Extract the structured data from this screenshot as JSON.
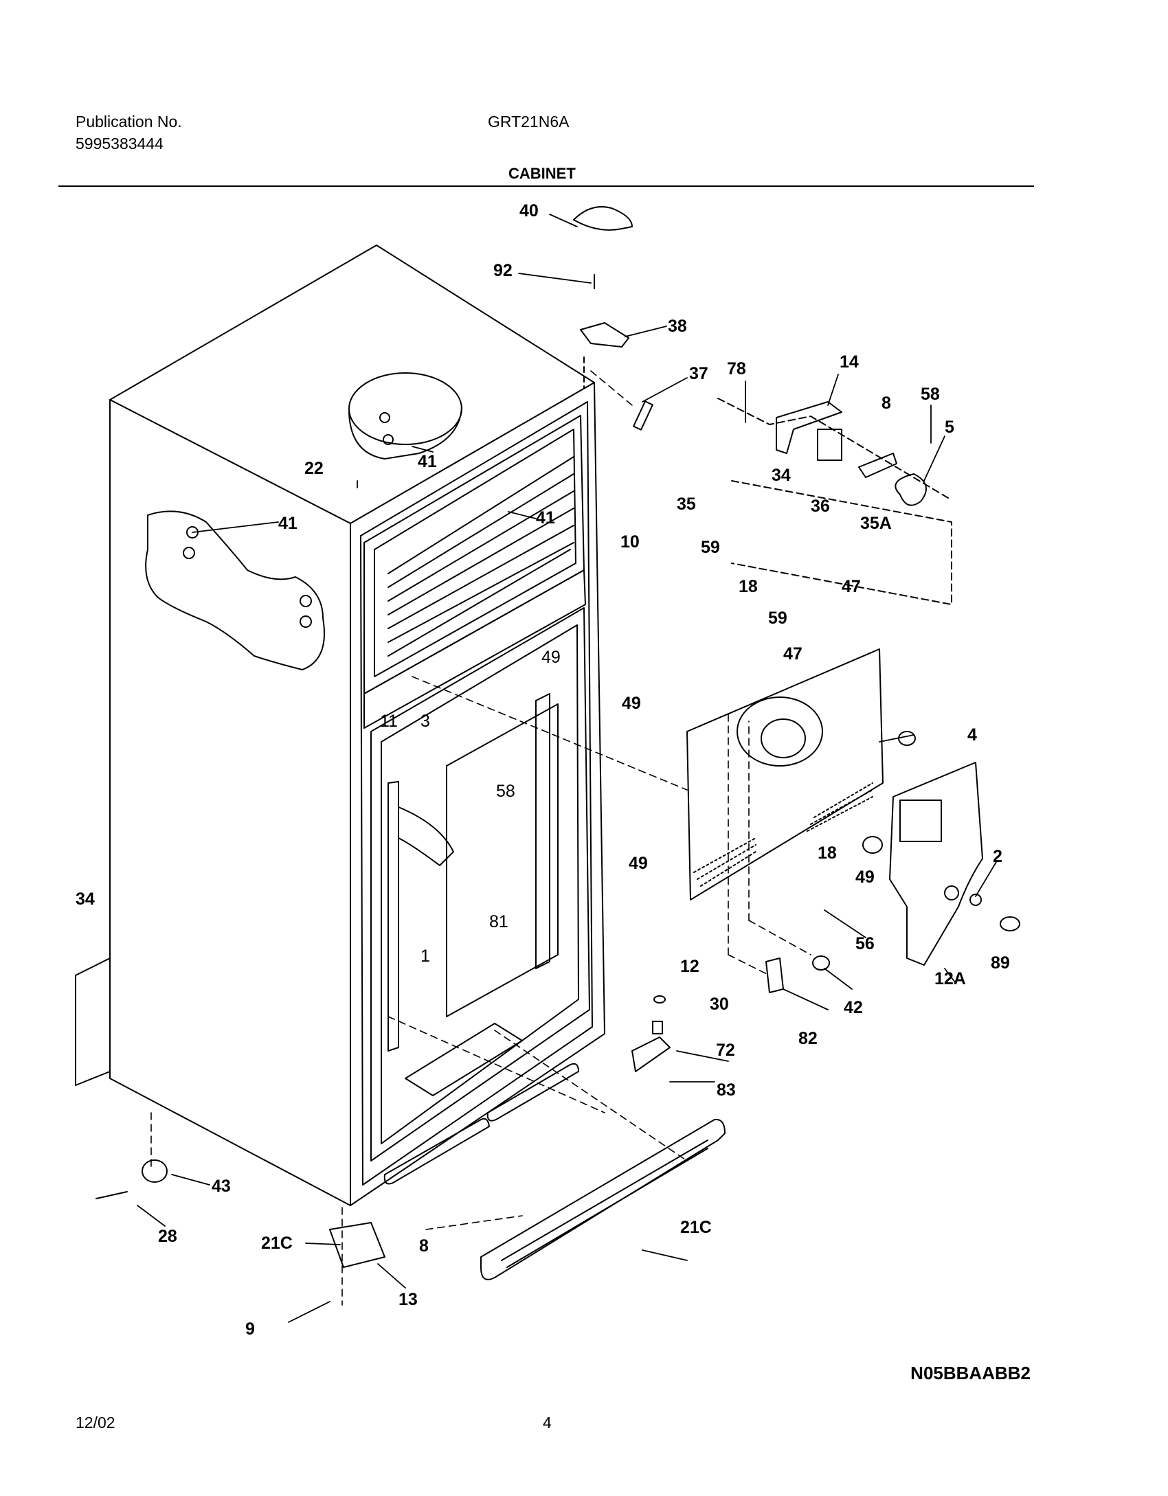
{
  "header": {
    "publication_label": "Publication No.",
    "publication_number": "5995383444",
    "model": "GRT21N6A",
    "section_title": "CABINET"
  },
  "diagram": {
    "callouts": [
      "40",
      "92",
      "38",
      "37",
      "78",
      "14",
      "8",
      "58",
      "5",
      "41",
      "22",
      "41",
      "41",
      "34",
      "36",
      "35A",
      "35",
      "59",
      "10",
      "18",
      "59",
      "47",
      "47",
      "49",
      "49",
      "11",
      "3",
      "58",
      "4",
      "18",
      "2",
      "49",
      "49",
      "89",
      "81",
      "1",
      "34",
      "56",
      "12A",
      "12",
      "30",
      "42",
      "82",
      "72",
      "83",
      "43",
      "21C",
      "28",
      "21C",
      "8",
      "13",
      "9"
    ]
  },
  "footer": {
    "drawing_code": "N05BBAABB2",
    "date": "12/02",
    "page": "4"
  }
}
